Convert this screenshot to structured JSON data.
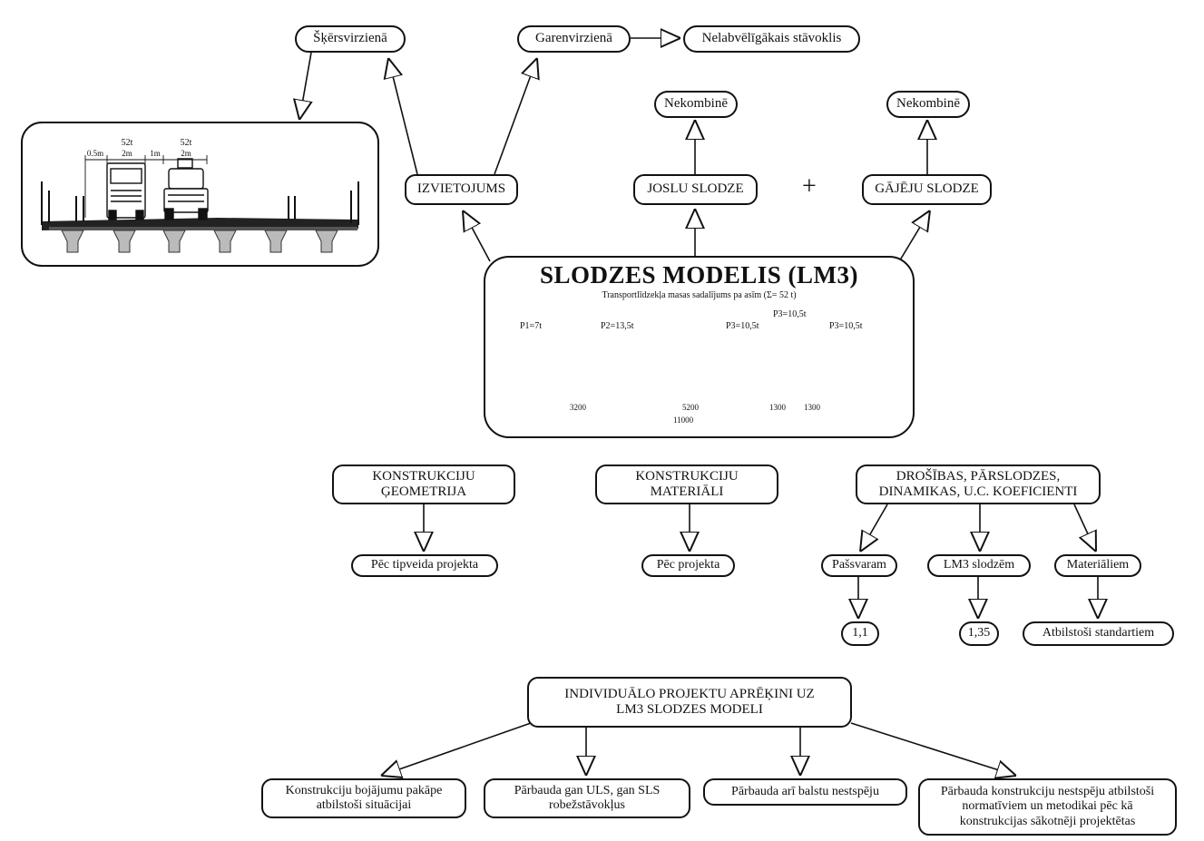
{
  "top_nodes": {
    "transverse": "Šķērsvirzienā",
    "longitudinal": "Garenvirzienā",
    "worst_state": "Nelabvēlīgākais stāvoklis"
  },
  "nocomb_lane": "Nekombinē",
  "nocomb_ped": "Nekombinē",
  "placement": "IZVIETOJUMS",
  "lane_load": "JOSLU SLODZE",
  "plus_sign": "+",
  "ped_load": "GĀJĒJU SLODZE",
  "lm3": {
    "title": "SLODZES MODELIS (LM3)",
    "subtitle": "Transportlīdzekļa masas sadalījums pa asīm (Σ= 52 t)",
    "axles": [
      "P1=7t",
      "P2=13,5t",
      "P3=10,5t",
      "P3=10,5t",
      "P3=10,5t"
    ],
    "spacings": [
      "3200",
      "5200",
      "1300",
      "1300"
    ],
    "total": "11000"
  },
  "cross_section": {
    "dims": [
      "0.5m",
      "52t",
      "2m",
      "1m",
      "52t",
      "2m"
    ]
  },
  "geometry": {
    "box": "KONSTRUKCIJU\nĢEOMETRIJA",
    "result": "Pēc tipveida projekta"
  },
  "materials": {
    "box": "KONSTRUKCIJU\nMATERIĀLI",
    "result": "Pēc projekta"
  },
  "factors": {
    "box": "DROŠĪBAS, PĀRSLODZES,\nDINAMIKAS, U.C. KOEFICIENTI",
    "items": [
      {
        "label": "Pašsvaram",
        "value": "1,1"
      },
      {
        "label": "LM3 slodzēm",
        "value": "1,35"
      },
      {
        "label": "Materiāliem",
        "value": "Atbilstoši standartiem"
      }
    ]
  },
  "individual": {
    "box": "INDIVIDUĀLO PROJEKTU APRĒĶINI UZ\nLM3 SLODZES MODELI",
    "items": [
      "Konstrukciju bojājumu pakāpe\natbilstoši situācijai",
      "Pārbauda gan ULS, gan SLS\nrobežstāvokļus",
      "Pārbauda arī balstu nestspēju",
      "Pārbauda konstrukciju nestspēju atbilstoši\nnormatīviem un metodikai pēc kā\nkonstrukcijas sākotnēji projektētas"
    ]
  }
}
